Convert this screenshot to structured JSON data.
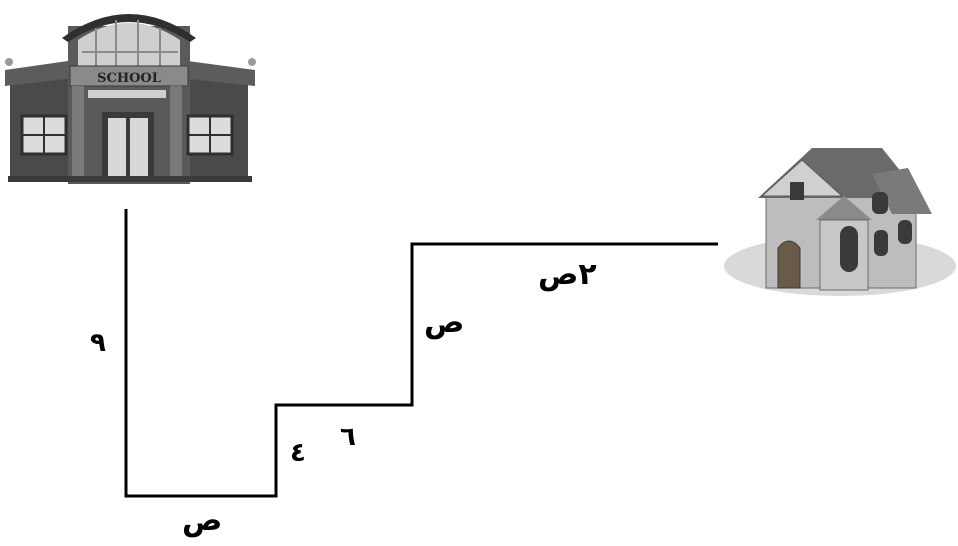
{
  "labels": {
    "segment_left_vertical": "٩",
    "segment_bottom": "ص",
    "segment_step_vertical": "٤",
    "segment_step_horizontal": "٦",
    "segment_right_vertical": "ص",
    "segment_top": "٢ص"
  },
  "school_sign": "SCHOOL",
  "colors": {
    "path": "#000000",
    "building_dark": "#4a4a4a",
    "building_mid": "#7a7a7a",
    "building_light": "#cfcfcf",
    "house_wall": "#bdbdbd",
    "house_roof": "#6a6a6a",
    "ground": "#d9d9d9"
  }
}
